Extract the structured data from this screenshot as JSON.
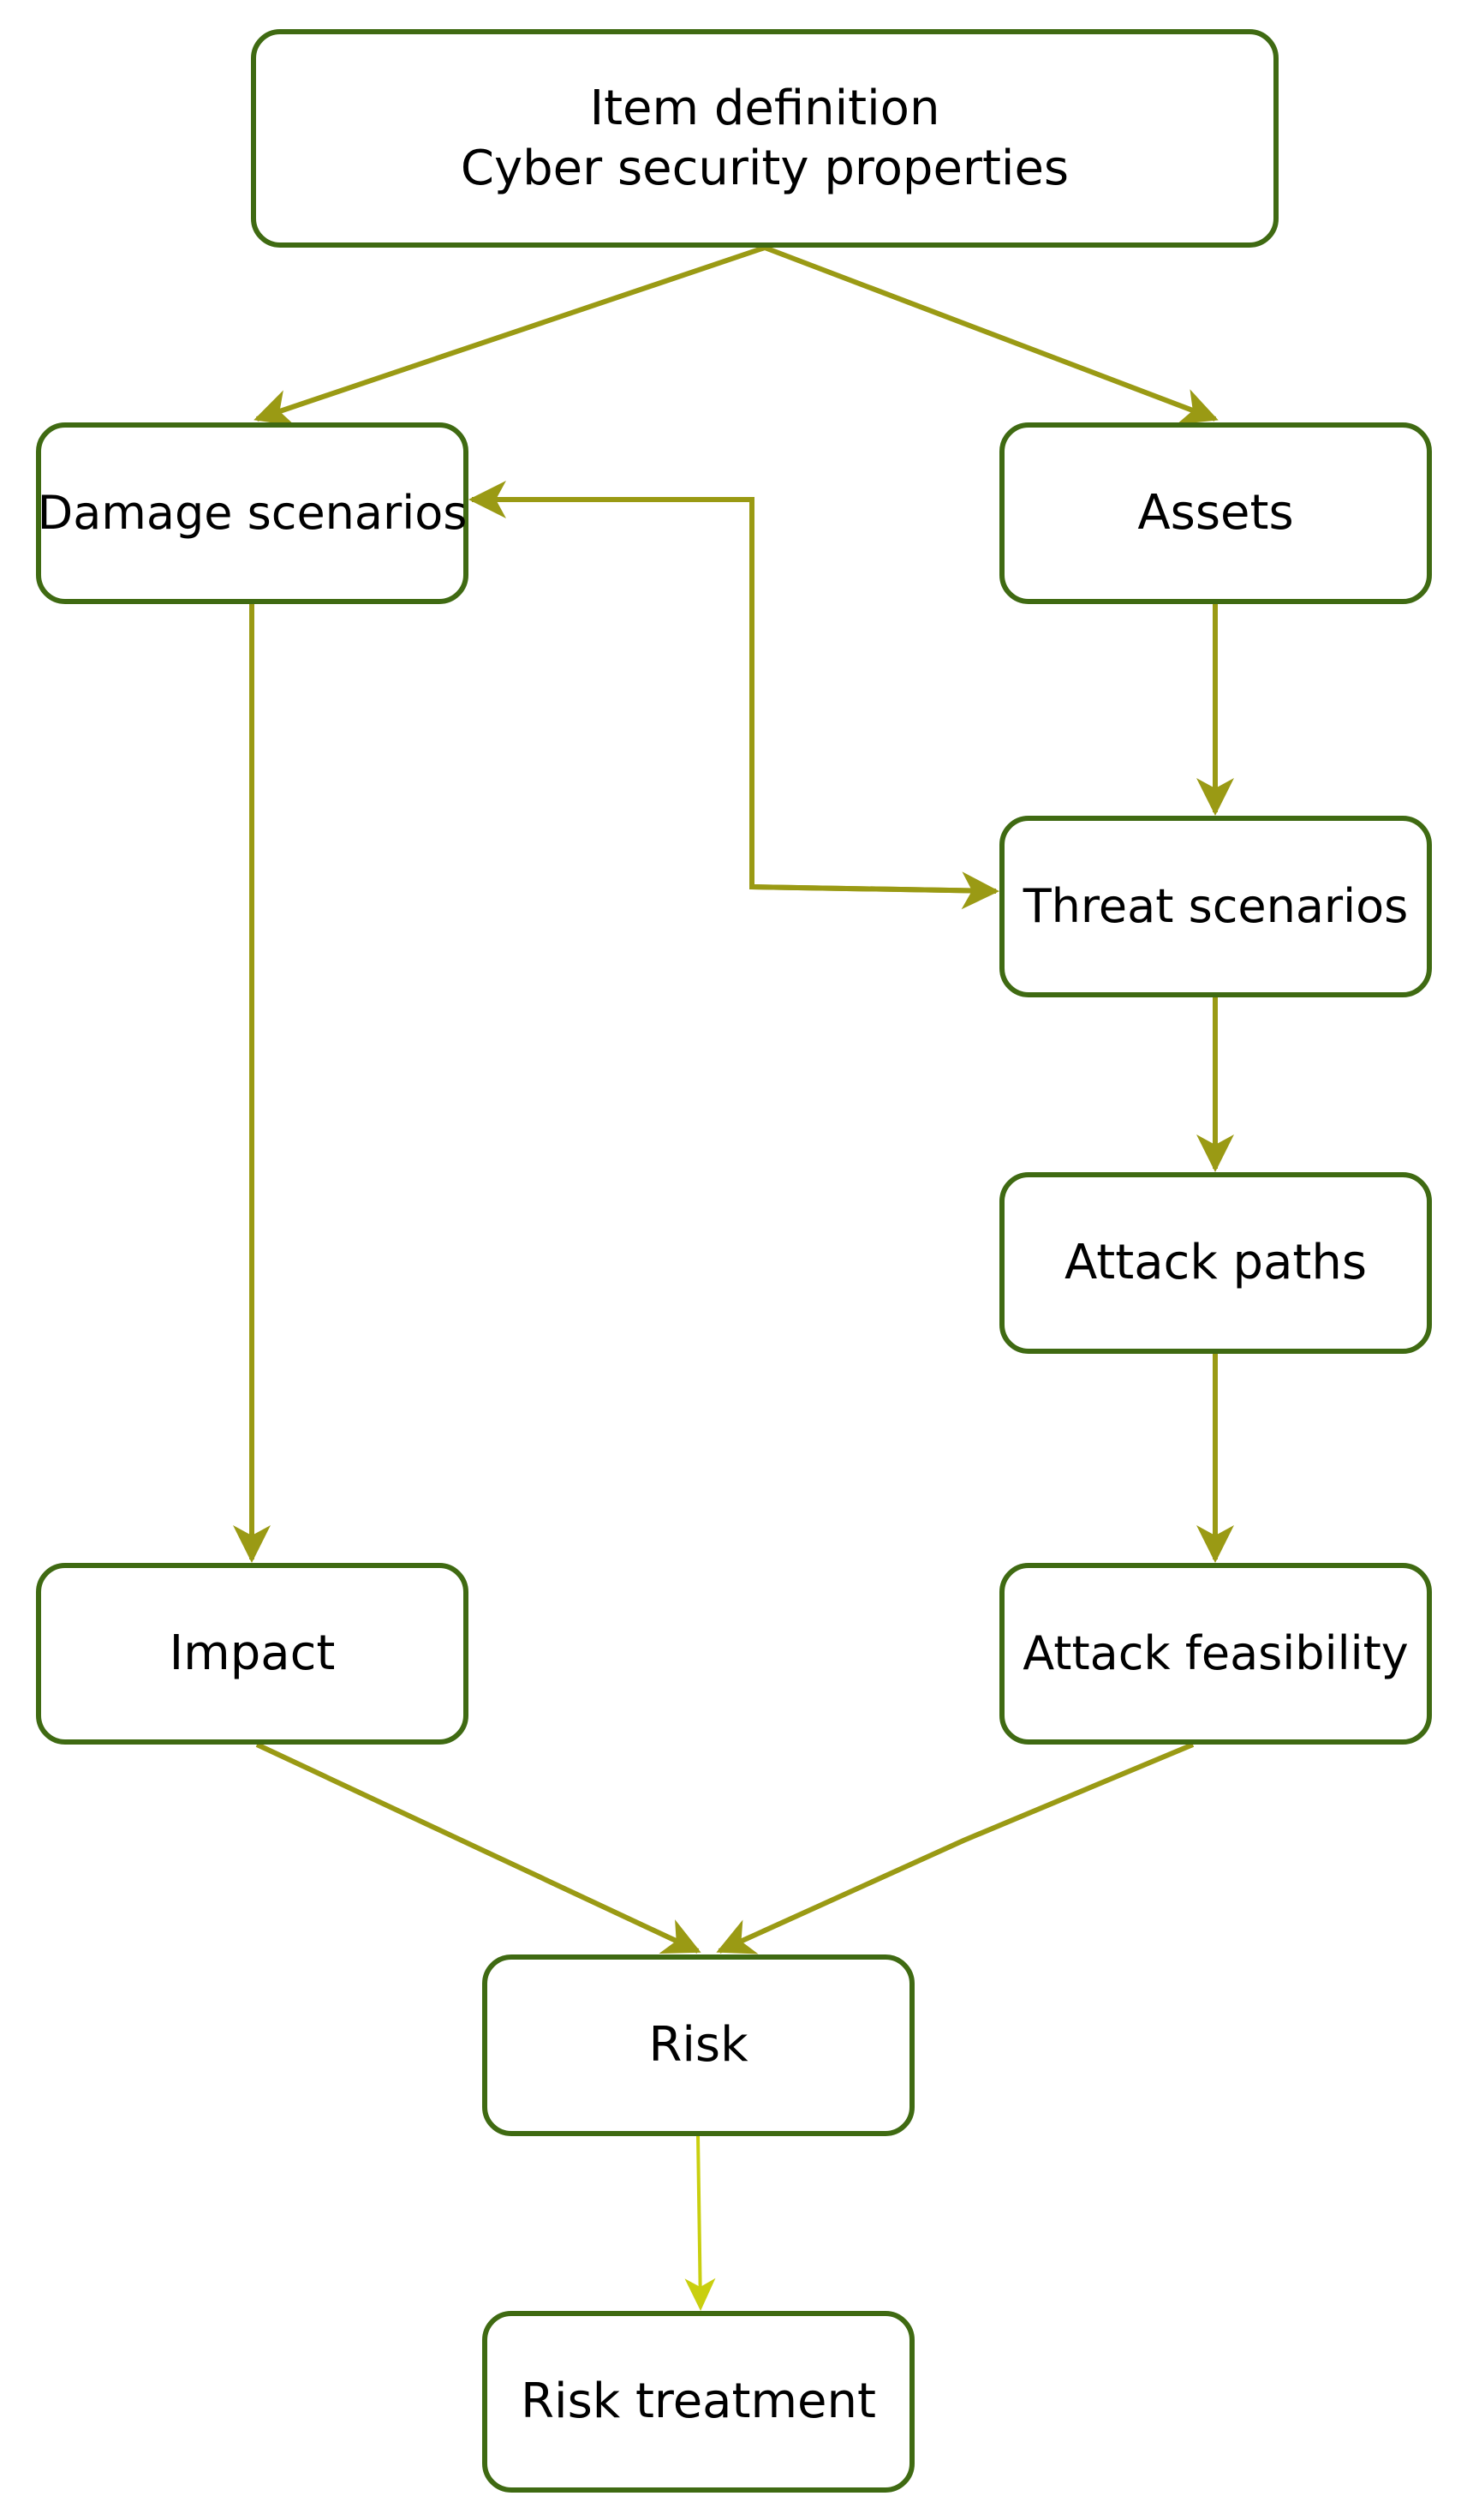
{
  "colors": {
    "node_border": "#3f6a12",
    "edge": "#9a9a14",
    "edge_light": "#c9cf0f",
    "text": "#000000",
    "background": "#ffffff"
  },
  "nodes": {
    "item_definition": {
      "line1": "Item definition",
      "line2": "Cyber security properties"
    },
    "damage_scenarios": {
      "label": "Damage scenarios"
    },
    "assets": {
      "label": "Assets"
    },
    "threat_scenarios": {
      "label": "Threat scenarios"
    },
    "attack_paths": {
      "label": "Attack paths"
    },
    "impact": {
      "label": "Impact"
    },
    "attack_feasibility": {
      "label": "Attack feasibility"
    },
    "risk": {
      "label": "Risk"
    },
    "risk_treatment": {
      "label": "Risk treatment"
    }
  },
  "edges": [
    {
      "from": "item_definition",
      "to": "damage_scenarios"
    },
    {
      "from": "item_definition",
      "to": "assets"
    },
    {
      "from": "assets",
      "to": "threat_scenarios"
    },
    {
      "from": "threat_scenarios",
      "to": "damage_scenarios",
      "bidirectional": true
    },
    {
      "from": "threat_scenarios",
      "to": "attack_paths"
    },
    {
      "from": "attack_paths",
      "to": "attack_feasibility"
    },
    {
      "from": "damage_scenarios",
      "to": "impact"
    },
    {
      "from": "impact",
      "to": "risk"
    },
    {
      "from": "attack_feasibility",
      "to": "risk"
    },
    {
      "from": "risk",
      "to": "risk_treatment"
    }
  ]
}
